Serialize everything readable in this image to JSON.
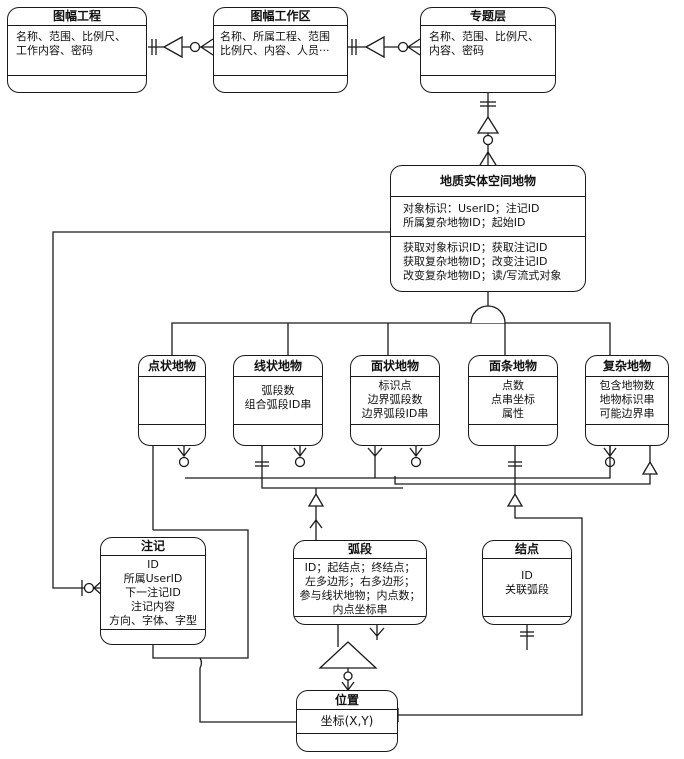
{
  "entities": {
    "tufu_project": {
      "title": "图幅工程",
      "attrs": [
        "名称、范围、比例尺、",
        "工作内容、密码"
      ]
    },
    "tufu_workspace": {
      "title": "图幅工作区",
      "attrs": [
        "名称、所属工程、范围",
        "比例尺、内容、人员···"
      ]
    },
    "theme_layer": {
      "title": "专题层",
      "attrs": [
        "名称、范围、比例尺、",
        "内容、密码"
      ]
    },
    "geo_feature": {
      "title": "地质实体空间地物",
      "attrs": [
        "对象标识：UserID；注记ID",
        "所属复杂地物ID；起始ID"
      ],
      "methods": [
        "获取对象标识ID；获取注记ID",
        "获取复杂地物ID；改变注记ID",
        "改变复杂地物ID；读/写流式对象"
      ]
    },
    "point_feature": {
      "title": "点状地物",
      "attrs": []
    },
    "line_feature": {
      "title": "线状地物",
      "attrs": [
        "弧段数",
        "组合弧段ID串"
      ]
    },
    "polygon_feature": {
      "title": "面状地物",
      "attrs": [
        "标识点",
        "边界弧段数",
        "边界弧段ID串"
      ]
    },
    "strip_feature": {
      "title": "面条地物",
      "attrs": [
        "点数",
        "点串坐标",
        "属性"
      ]
    },
    "complex_feature": {
      "title": "复杂地物",
      "attrs": [
        "包含地物数",
        "地物标识串",
        "可能边界串"
      ]
    },
    "annotation": {
      "title": "注记",
      "attrs": [
        "ID",
        "所属UserID",
        "下一注记ID",
        "注记内容",
        "方向、字体、字型"
      ]
    },
    "arc": {
      "title": "弧段",
      "attrs": [
        "ID；起结点；终结点；",
        "左多边形；右多边形；",
        "参与线状地物；内点数；",
        "内点坐标串"
      ]
    },
    "node": {
      "title": "结点",
      "attrs": [
        "ID",
        "关联弧段"
      ]
    },
    "position": {
      "title": "位置",
      "attrs": [
        "坐标(X,Y)"
      ]
    }
  }
}
